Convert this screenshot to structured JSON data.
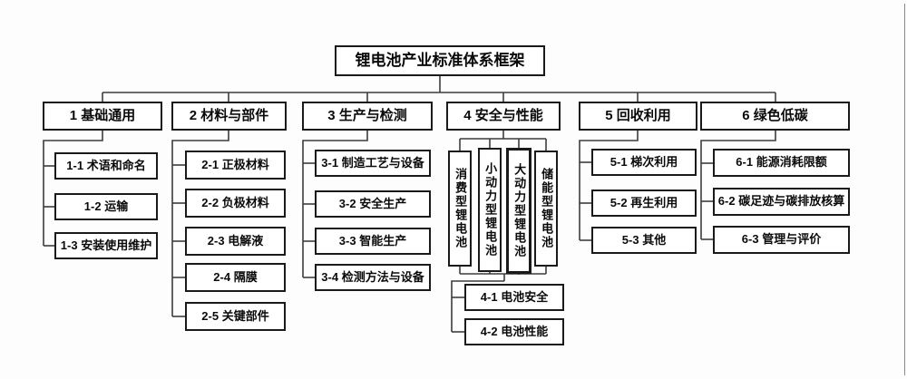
{
  "title": "锂电池产业标准体系框架",
  "colors": {
    "line": "#3d3d3d",
    "box_border": "#1a1a1a",
    "text": "#0a0a0a",
    "background": "#ffffff"
  },
  "branches": [
    {
      "label": "1 基础通用",
      "children": [
        "1-1 术语和命名",
        "1-2 运输",
        "1-3 安装使用维护"
      ]
    },
    {
      "label": "2 材料与部件",
      "children": [
        "2-1 正极材料",
        "2-2 负极材料",
        "2-3 电解液",
        "2-4 隔膜",
        "2-5 关键部件"
      ]
    },
    {
      "label": "3 生产与检测",
      "children": [
        "3-1 制造工艺与设备",
        "3-2 安全生产",
        "3-3 智能生产",
        "3-4 检测方法与设备"
      ]
    },
    {
      "label": "4 安全与性能",
      "categories": [
        "消费型锂电池",
        "小动力型锂电池",
        "大动力型锂电池",
        "储能型锂电池"
      ],
      "children": [
        "4-1 电池安全",
        "4-2 电池性能"
      ]
    },
    {
      "label": "5 回收利用",
      "children": [
        "5-1 梯次利用",
        "5-2 再生利用",
        "5-3 其他"
      ]
    },
    {
      "label": "6 绿色低碳",
      "children": [
        "6-1 能源消耗限额",
        "6-2 碳足迹与碳排放核算",
        "6-3 管理与评价"
      ]
    }
  ]
}
